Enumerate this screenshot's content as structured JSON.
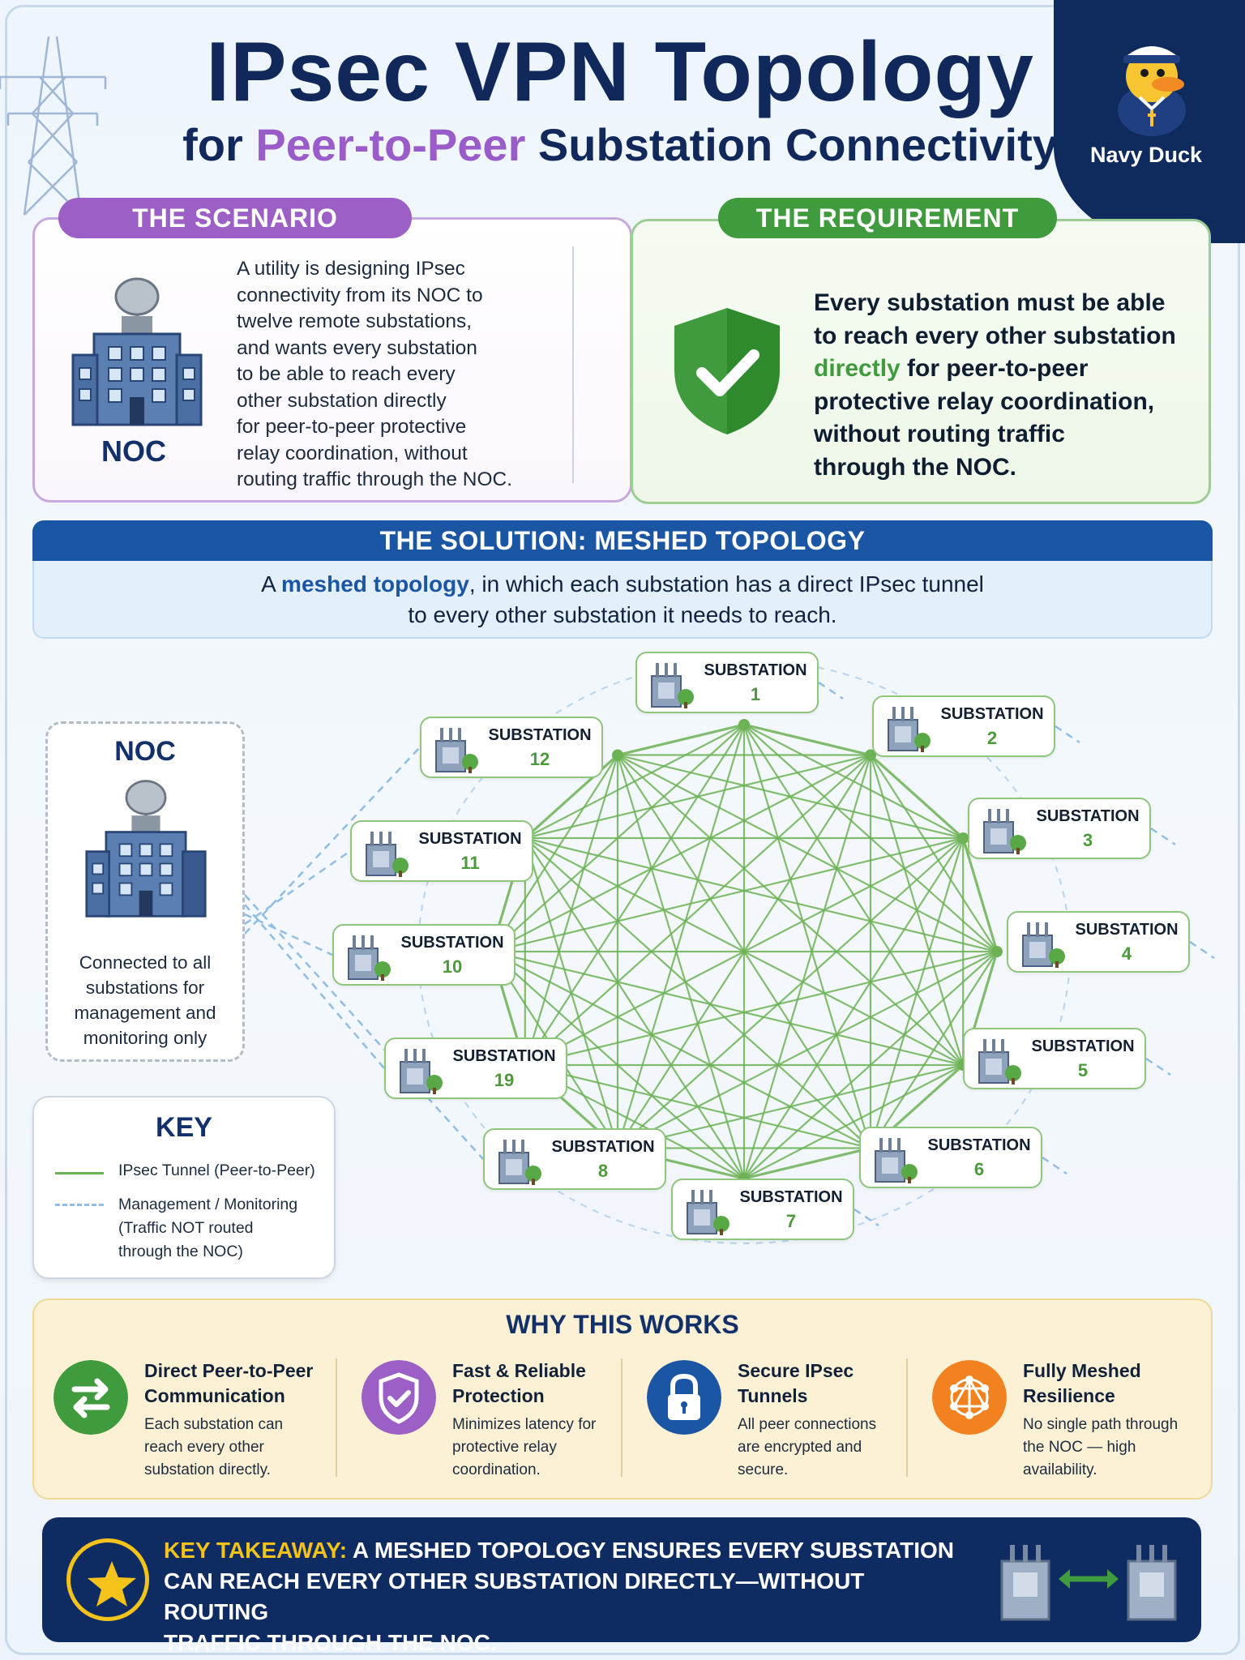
{
  "header": {
    "title": "IPsec VPN Topology",
    "subtitle_prefix": "for ",
    "subtitle_highlight": "Peer-to-Peer",
    "subtitle_suffix": " Substation Connectivity",
    "badge": "Navy Duck"
  },
  "scenario": {
    "label": "THE SCENARIO",
    "text_lines": [
      "A utility is designing IPsec",
      "connectivity from its NOC to",
      "twelve remote substations,",
      "and wants every substation",
      "to be able to reach every",
      "other substation directly",
      "for peer-to-peer protective",
      "relay coordination, without",
      "routing traffic through the NOC."
    ],
    "noc_label": "NOC"
  },
  "requirement": {
    "label": "THE REQUIREMENT",
    "line1": "Every substation must be able",
    "line2": "to reach every other substation",
    "line3_highlight": "directly",
    "line3_rest": " for peer-to-peer",
    "line4": "protective relay coordination,",
    "line5": "without routing traffic",
    "line6": "through the NOC."
  },
  "solution": {
    "bar": "THE SOLUTION: MESHED TOPOLOGY",
    "line1_prefix": "A ",
    "line1_highlight": "meshed topology",
    "line1_suffix": ", in which each substation has a direct IPsec tunnel",
    "line2": "to every other substation it needs to reach."
  },
  "noc_box": {
    "title": "NOC",
    "text_lines": [
      "Connected to all",
      "substations for",
      "management and",
      "monitoring only"
    ]
  },
  "key": {
    "title": "KEY",
    "tunnel": "IPsec Tunnel (Peer-to-Peer)",
    "mgmt_lines": [
      "Management / Monitoring",
      "(Traffic NOT routed",
      "through the NOC)"
    ]
  },
  "substations": [
    {
      "name": "SUBSTATION",
      "num": "1"
    },
    {
      "name": "SUBSTATION",
      "num": "2"
    },
    {
      "name": "SUBSTATION",
      "num": "3"
    },
    {
      "name": "SUBSTATION",
      "num": "4"
    },
    {
      "name": "SUBSTATION",
      "num": "5"
    },
    {
      "name": "SUBSTATION",
      "num": "6"
    },
    {
      "name": "SUBSTATION",
      "num": "7"
    },
    {
      "name": "SUBSTATION",
      "num": "8"
    },
    {
      "name": "SUBSTATION",
      "num": "19"
    },
    {
      "name": "SUBSTATION",
      "num": "10"
    },
    {
      "name": "SUBSTATION",
      "num": "11"
    },
    {
      "name": "SUBSTATION",
      "num": "12"
    }
  ],
  "why": {
    "title": "WHY THIS WORKS",
    "items": [
      {
        "h1": "Direct Peer-to-Peer",
        "h2": "Communication",
        "p": [
          "Each substation can",
          "reach every other",
          "substation directly."
        ],
        "color": "#3f9b3d",
        "icon": "swap-arrows-icon"
      },
      {
        "h1": "Fast & Reliable",
        "h2": "Protection",
        "p": [
          "Minimizes latency for",
          "protective relay",
          "coordination."
        ],
        "color": "#9b5fc6",
        "icon": "shield-check-icon"
      },
      {
        "h1": "Secure IPsec",
        "h2": "Tunnels",
        "p": [
          "All peer connections",
          "are encrypted and",
          "secure."
        ],
        "color": "#1a56a3",
        "icon": "padlock-icon"
      },
      {
        "h1": "Fully Meshed",
        "h2": "Resilience",
        "p": [
          "No single path through",
          "the NOC — high",
          "availability."
        ],
        "color": "#f2811f",
        "icon": "mesh-network-icon"
      }
    ]
  },
  "takeaway": {
    "label": "KEY TAKEAWAY:",
    "line1": " A MESHED TOPOLOGY ENSURES EVERY SUBSTATION",
    "line2": "CAN REACH EVERY OTHER SUBSTATION DIRECTLY—WITHOUT ROUTING",
    "line3": "TRAFFIC THROUGH THE NOC."
  },
  "colors": {
    "navy": "#0f2a5c",
    "purple": "#9b5fc6",
    "green": "#3f9b3d",
    "blue": "#1a56a3",
    "tunnel_line": "#6db255",
    "mgmt_line": "#8fbde6",
    "gold": "#f3c31c"
  }
}
